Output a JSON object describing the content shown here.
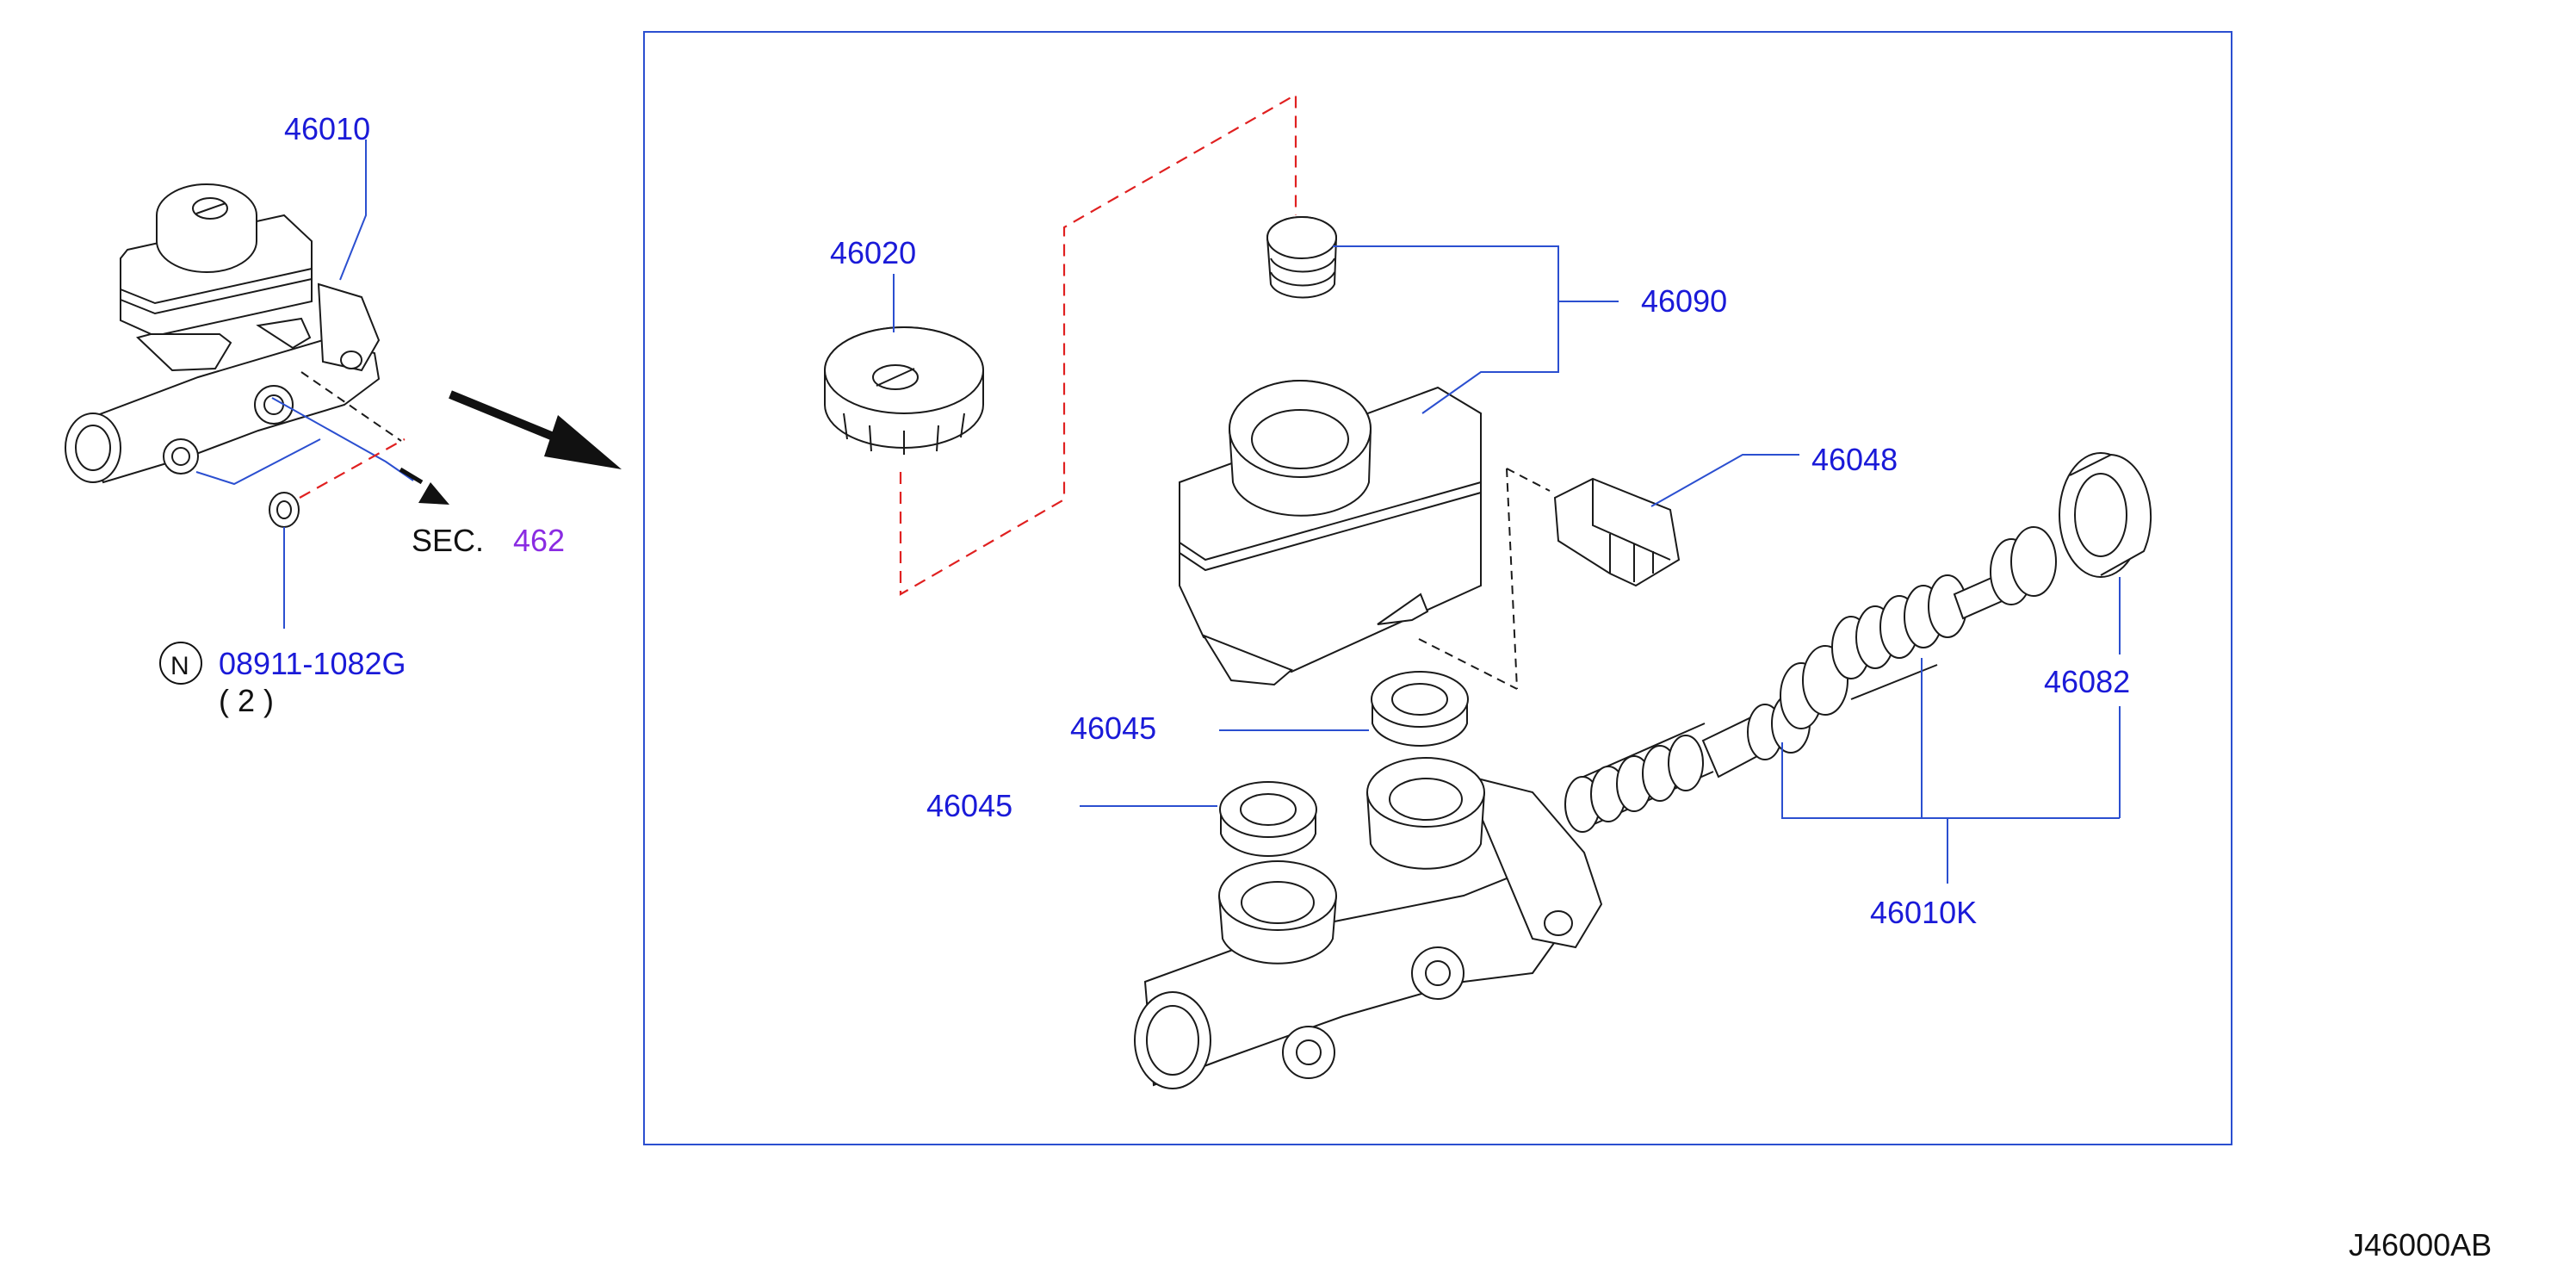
{
  "callouts": {
    "assembly": "46010",
    "cap": "46020",
    "reservoir": "46090",
    "sensor": "46048",
    "grommet_upper": "46045",
    "grommet_lower": "46045",
    "seal": "46082",
    "kit": "46010K",
    "nut": "08911-1082G",
    "nut_qty": "( 2 )",
    "nut_symbol": "N",
    "sec_prefix": "SEC.",
    "sec_number": "462"
  },
  "footer": {
    "diagram_code": "J46000AB"
  },
  "colors": {
    "callout": "#1a1ad8",
    "leader": "#2b4fd0",
    "dash": "#e02020",
    "sec_ref": "#8a2be2",
    "frame": "#2b4fd0"
  }
}
